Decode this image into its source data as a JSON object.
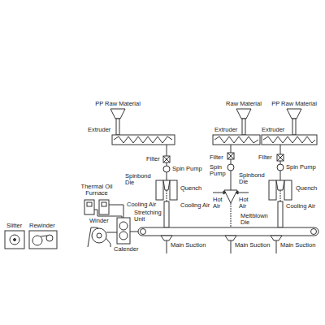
{
  "diagram": {
    "labels": [
      "PP Raw Material",
      "Raw Material",
      "PP Raw Material",
      "Extruder",
      "Extruder",
      "Extruder",
      "Filter",
      "Filter",
      "Filter",
      "Spin Pump",
      "Spin Pump",
      "Spin Pump",
      "Spinbond Die",
      "Spinbond Die",
      "Thermal Oil Furnace",
      "Quench",
      "Quench",
      "Hot Air",
      "Hot Air",
      "Cooling Air",
      "Cooling Air",
      "Cooling Air",
      "Stretching Unit",
      "Meltblown Die",
      "Winder",
      "Slitter",
      "Rewinder",
      "Main Suction",
      "Main Suction",
      "Main Suction",
      "Calender"
    ]
  }
}
